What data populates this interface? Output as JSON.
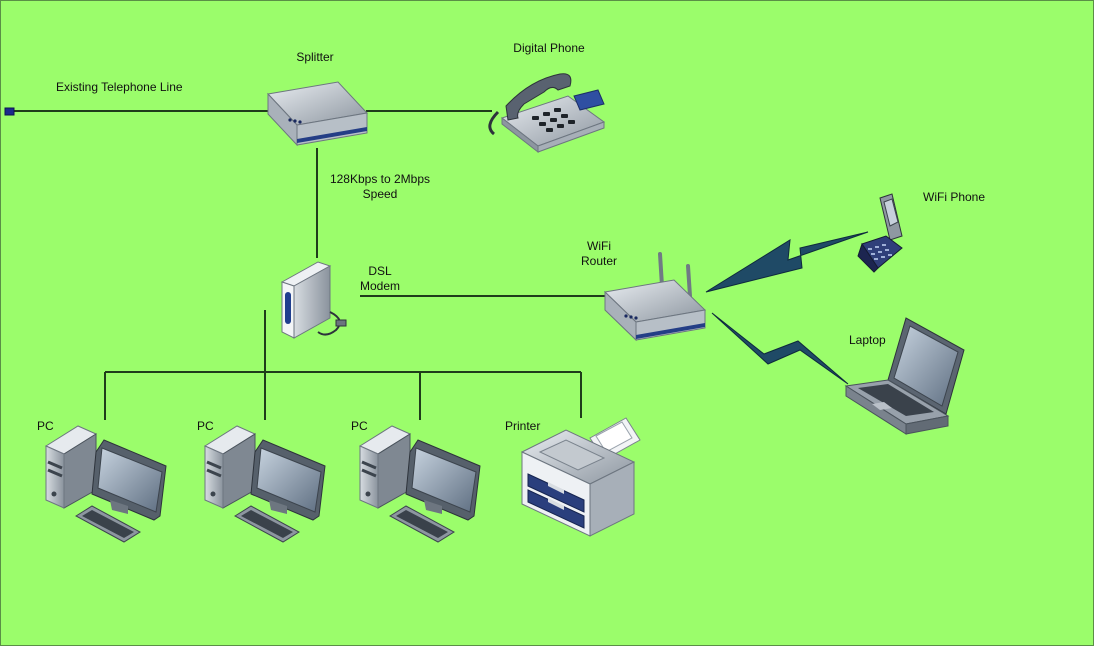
{
  "colors": {
    "background": "#9bfd6b",
    "wire": "#1f3d1a",
    "wireless_fill": "#1f4a66",
    "device_light": "#dfe3e8",
    "device_mid": "#9aa3ad",
    "device_dark": "#3c444d",
    "accent_blue": "#243e86"
  },
  "labels": {
    "telephone_line": "Existing Telephone Line",
    "splitter": "Splitter",
    "digital_phone": "Digital Phone",
    "speed_line1": "128Kbps to 2Mbps",
    "speed_line2": "Speed",
    "modem_line1": "DSL",
    "modem_line2": "Modem",
    "router_line1": "WiFi",
    "router_line2": "Router",
    "wifi_phone": "WiFi Phone",
    "laptop": "Laptop",
    "pc": "PC",
    "printer": "Printer"
  },
  "devices": [
    {
      "name": "splitter",
      "icon": "splitter-icon"
    },
    {
      "name": "digital-phone",
      "icon": "desk-phone-icon"
    },
    {
      "name": "dsl-modem",
      "icon": "modem-icon"
    },
    {
      "name": "wifi-router",
      "icon": "router-icon"
    },
    {
      "name": "wifi-phone",
      "icon": "flip-phone-icon"
    },
    {
      "name": "laptop",
      "icon": "laptop-icon"
    },
    {
      "name": "pc-1",
      "icon": "desktop-pc-icon"
    },
    {
      "name": "pc-2",
      "icon": "desktop-pc-icon"
    },
    {
      "name": "pc-3",
      "icon": "desktop-pc-icon"
    },
    {
      "name": "printer",
      "icon": "printer-icon"
    }
  ]
}
